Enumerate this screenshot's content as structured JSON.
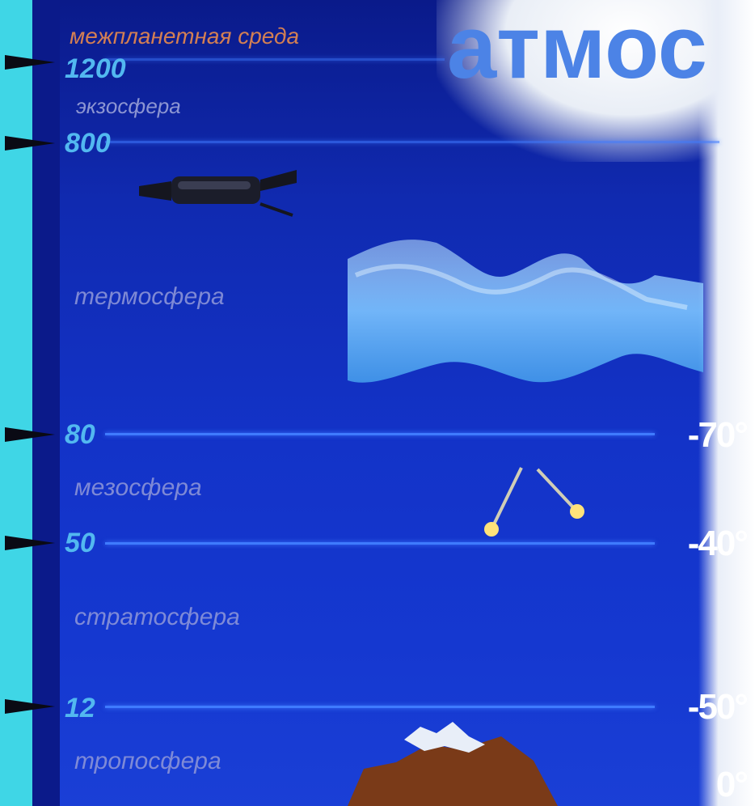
{
  "title": "атмос",
  "layers": {
    "interplanetary": "межпланетная среда",
    "exosphere": "экзосфера",
    "thermosphere": "термосфера",
    "mesosphere": "мезосфера",
    "stratosphere": "стратосфера",
    "troposphere": "тропосфера"
  },
  "altitudes": [
    "1200",
    "800",
    "80",
    "50",
    "12"
  ],
  "temperatures": [
    "-70°",
    "-40°",
    "-50°",
    "0°"
  ],
  "colors": {
    "title": "#4c83e6",
    "sidebar": "#3fd6e6",
    "sky": "#1333c8",
    "altitude_text": "#52b8f0",
    "line": "#3f7bff"
  }
}
